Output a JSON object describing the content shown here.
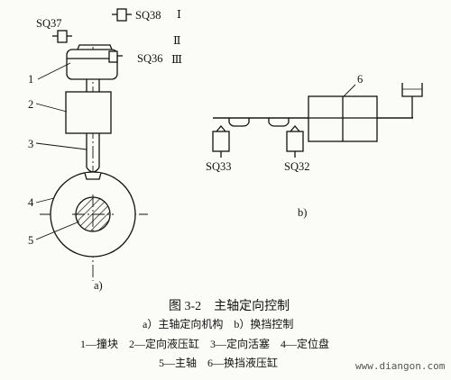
{
  "figure_a": {
    "labels": {
      "sq37": "SQ37",
      "sq38": "SQ38",
      "sq36": "SQ36",
      "roman1": "Ⅰ",
      "roman2": "Ⅱ",
      "roman3": "Ⅲ",
      "n1": "1",
      "n2": "2",
      "n3": "3",
      "n4": "4",
      "n5": "5"
    },
    "sub_label": "a)"
  },
  "figure_b": {
    "labels": {
      "sq33": "SQ33",
      "sq32": "SQ32",
      "n6": "6"
    },
    "sub_label": "b)"
  },
  "caption": {
    "title": "图 3-2　主轴定向控制",
    "line1": "a）主轴定向机构　b）换挡控制",
    "line2": "1—撞块　2—定向液压缸　3—定向活塞　4—定位盘",
    "line3": "5—主轴　6—换挡液压缸"
  },
  "watermark": "www.diangon.com"
}
